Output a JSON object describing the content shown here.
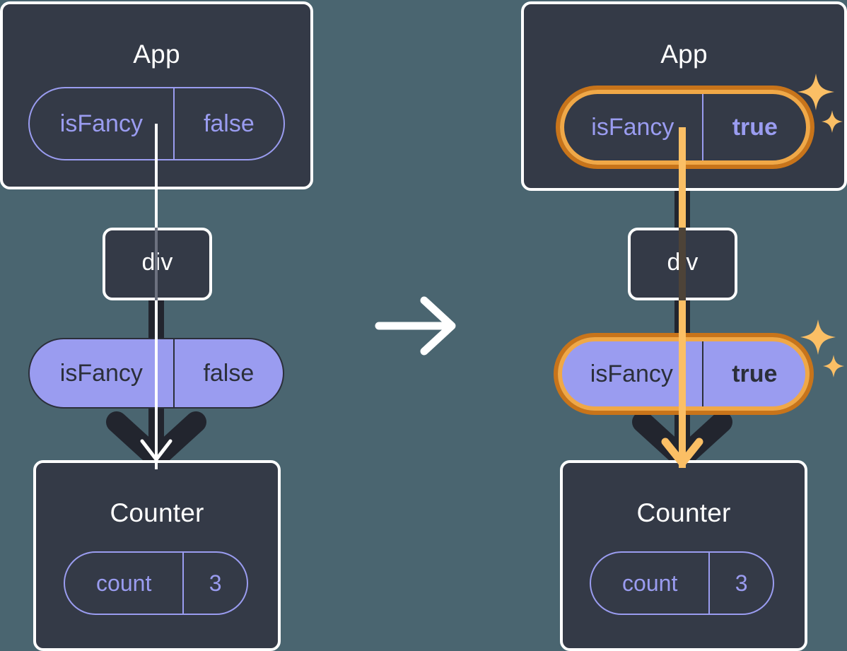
{
  "diagram": {
    "type": "react-state-propagation",
    "background_color": "#4a6570",
    "transition_arrow": "right-arrow-icon",
    "panels": [
      {
        "id": "before",
        "app": {
          "title": "App",
          "state_pill": {
            "key": "isFancy",
            "value": "false",
            "style": "outline",
            "highlighted": false
          }
        },
        "div": {
          "title": "div"
        },
        "prop_pill": {
          "key": "isFancy",
          "value": "false",
          "style": "solid",
          "highlighted": false
        },
        "counter": {
          "title": "Counter",
          "state_pill": {
            "key": "count",
            "value": "3",
            "style": "outline",
            "highlighted": false
          }
        },
        "flow_color": "#ffffff"
      },
      {
        "id": "after",
        "app": {
          "title": "App",
          "state_pill": {
            "key": "isFancy",
            "value": "true",
            "style": "outline",
            "highlighted": true
          }
        },
        "div": {
          "title": "div"
        },
        "prop_pill": {
          "key": "isFancy",
          "value": "true",
          "style": "solid",
          "highlighted": true
        },
        "counter": {
          "title": "Counter",
          "state_pill": {
            "key": "count",
            "value": "3",
            "style": "outline",
            "highlighted": false
          }
        },
        "flow_color": "#fbbf65"
      }
    ],
    "colors": {
      "box_fill": "#343a47",
      "box_border": "#ffffff",
      "pill_purple": "#9a9cf0",
      "pill_text_dark": "#2b2f3a",
      "highlight_outer": "#c8741a",
      "highlight_inner": "#f0a847",
      "sparkle": "#fbbf65",
      "arrow_dark": "#22252e",
      "flow_white": "#ffffff",
      "flow_orange": "#fbbf65"
    }
  }
}
